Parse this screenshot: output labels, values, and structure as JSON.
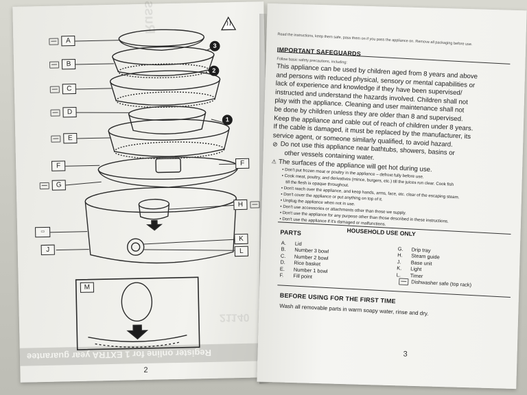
{
  "left_page": {
    "labels": [
      "A",
      "B",
      "C",
      "D",
      "E",
      "F",
      "F",
      "G",
      "H",
      "J",
      "K",
      "L",
      "M"
    ],
    "tier_badges": [
      "3",
      "2",
      "1"
    ],
    "page_number": "2",
    "mirrored_text": {
      "brand": "Russell Hobbs",
      "model": "21140",
      "register": "Register online for 1 EXTRA year guarantee"
    }
  },
  "right_page": {
    "intro": "Read the instructions, keep them safe, pass them on if you pass the appliance on. Remove all packaging before use.",
    "safeguards_heading": "IMPORTANT SAFEGUARDS",
    "follow_line": "Follow basic safety precautions, including:",
    "paragraph_lines": [
      "This appliance can be used by children aged from 8 years and above",
      "and persons with reduced physical, sensory or mental capabilities or",
      "lack of experience and knowledge if they have been supervised/",
      "instructed and understand the hazards involved. Children shall not",
      "play with the appliance. Cleaning and user maintenance shall not",
      "be done by children unless they are older than 8 and supervised.",
      "Keep the appliance and cable out of reach of children under 8 years.",
      "If the cable is damaged, it must be replaced by the manufacturer, its",
      "service agent, or someone similarly qualified, to avoid hazard."
    ],
    "warning_lines": [
      "Do not use this appliance near bathtubs, showers, basins or",
      "other vessels containing water."
    ],
    "hot_line": "The surfaces of the appliance will get hot during use.",
    "bullets": [
      "Don't put frozen meat or poultry in the appliance – defrost fully before use.",
      "Cook meat, poultry, and derivatives (mince, burgers, etc.) till the juices run clear. Cook fish",
      "till the flesh is opaque throughout.",
      "Don't reach over the appliance, and keep hands, arms, face, etc. clear of the escaping steam.",
      "Don't cover the appliance or put anything on top of it.",
      "Unplug the appliance when not in use.",
      "Don't use accessories or attachments other than those we supply.",
      "Don't use the appliance for any purpose other than those described in these instructions.",
      "Don't use the appliance if it's damaged or malfunctions."
    ],
    "household": "HOUSEHOLD USE ONLY",
    "parts_heading": "PARTS",
    "parts_left": [
      {
        "k": "A.",
        "v": "Lid"
      },
      {
        "k": "B.",
        "v": "Number 3 bowl"
      },
      {
        "k": "C.",
        "v": "Number 2 bowl"
      },
      {
        "k": "D.",
        "v": "Rice basket"
      },
      {
        "k": "E.",
        "v": "Number 1 bowl"
      },
      {
        "k": "F.",
        "v": "Fill point"
      }
    ],
    "parts_right": [
      {
        "k": "G.",
        "v": "Drip tray"
      },
      {
        "k": "H.",
        "v": "Steam guide"
      },
      {
        "k": "J.",
        "v": "Base unit"
      },
      {
        "k": "K.",
        "v": "Light"
      },
      {
        "k": "L.",
        "v": "Timer"
      },
      {
        "k": "",
        "v": "Dishwasher safe (top rack)"
      }
    ],
    "first_time_heading": "BEFORE USING FOR THE FIRST TIME",
    "first_time_text": "Wash all removable parts in warm soapy water, rinse and dry.",
    "page_number": "3"
  }
}
